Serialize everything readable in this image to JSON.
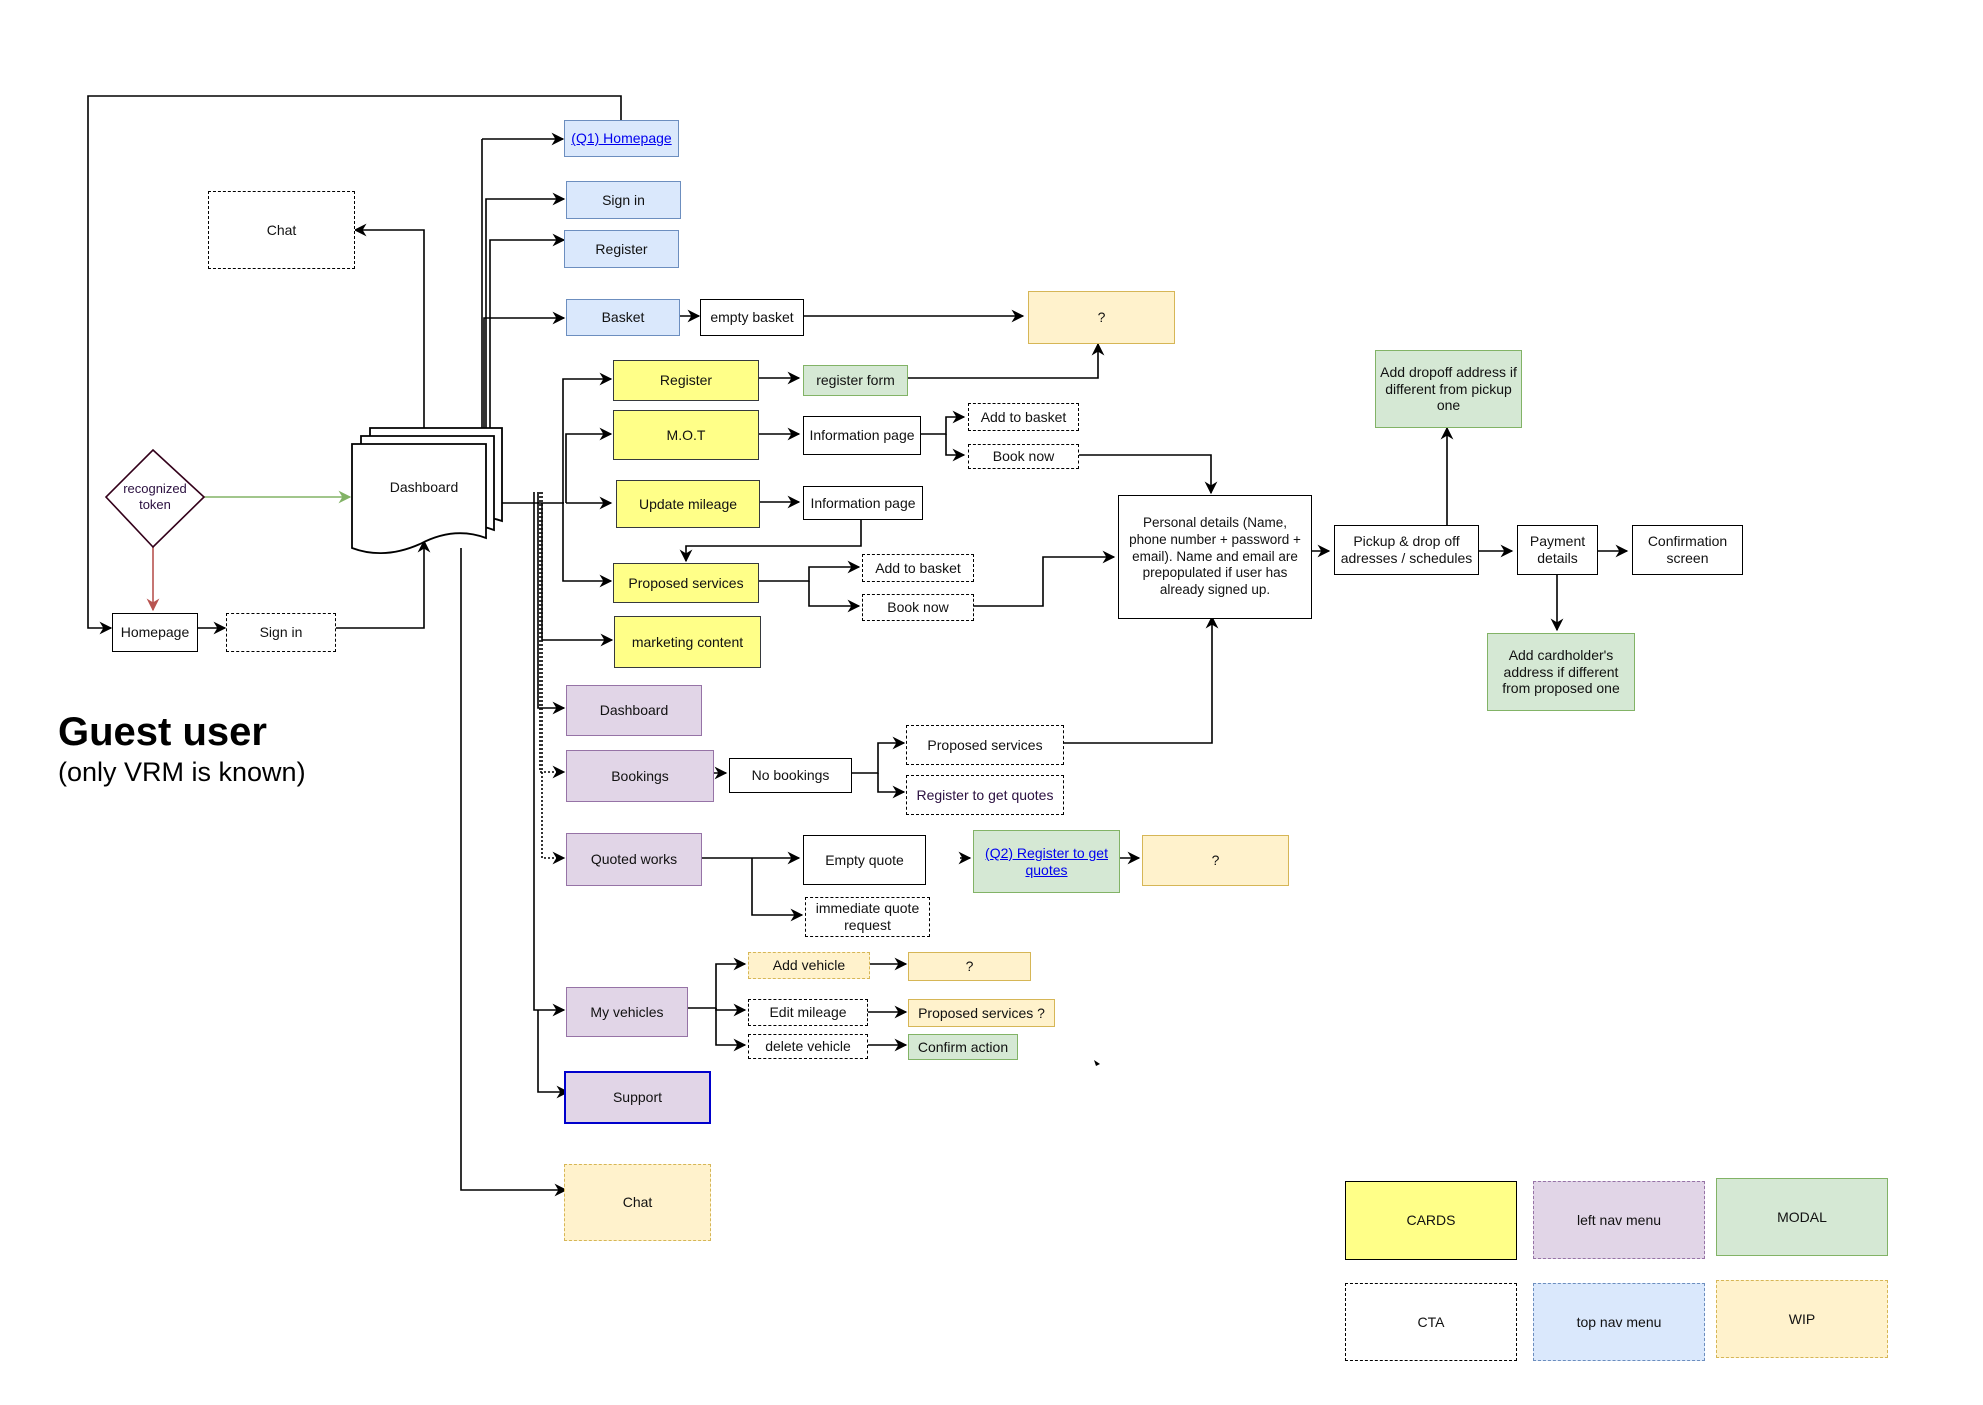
{
  "title": "Guest user",
  "subtitle": "(only VRM is known)",
  "nodes": {
    "chat_top": "Chat",
    "recognized_token": "recognized token",
    "dashboard_doc": "Dashboard",
    "homepage": "Homepage",
    "sign_in_cta": "Sign in",
    "q1_homepage": "(Q1) Homepage",
    "sign_in_top": "Sign in",
    "register_top": "Register",
    "basket": "Basket",
    "empty_basket": "empty basket",
    "wip_question_1": "?",
    "register_card": "Register",
    "register_form": "register form",
    "mot": "M.O.T",
    "info_page_1": "Information page",
    "add_to_basket_1": "Add to basket",
    "book_now_1": "Book now",
    "update_mileage": "Update mileage",
    "info_page_2": "Information page",
    "proposed_services_card": "Proposed services",
    "add_to_basket_2": "Add to basket",
    "book_now_2": "Book now",
    "marketing_content": "marketing content",
    "personal_details": "Personal details (Name, phone number + password + email). Name and email are prepopulated if user has already signed up.",
    "add_dropoff": "Add dropoff address if different from pickup one",
    "pickup_dropoff": "Pickup & drop off adresses / schedules",
    "payment_details": "Payment details",
    "confirmation_screen": "Confirmation screen",
    "add_cardholder": "Add cardholder's address if different from proposed one",
    "dashboard_left": "Dashboard",
    "bookings": "Bookings",
    "no_bookings": "No bookings",
    "proposed_services_cta": "Proposed services",
    "register_to_get_quotes_cta": "Register to get quotes",
    "quoted_works": "Quoted works",
    "empty_quote": "Empty quote",
    "q2_register": "(Q2) Register to get quotes",
    "wip_question_2": "?",
    "immediate_quote": "immediate quote request",
    "add_vehicle": "Add vehicle",
    "wip_question_3": "?",
    "my_vehicles": "My vehicles",
    "edit_mileage": "Edit mileage",
    "proposed_services_q": "Proposed services ?",
    "delete_vehicle": "delete vehicle",
    "confirm_action": "Confirm action",
    "support": "Support",
    "chat_bottom": "Chat"
  },
  "legend": {
    "cards": "CARDS",
    "left_nav": "left nav menu",
    "modal": "MODAL",
    "cta": "CTA",
    "top_nav": "top nav menu",
    "wip": "WIP"
  },
  "colors": {
    "cards": "#ffff88",
    "left_nav": "#e1d5e7",
    "modal": "#d5e8d4",
    "top_nav": "#dae8fc",
    "wip": "#fff2cc",
    "green_arrow": "#82b366",
    "red_arrow": "#b85450"
  }
}
